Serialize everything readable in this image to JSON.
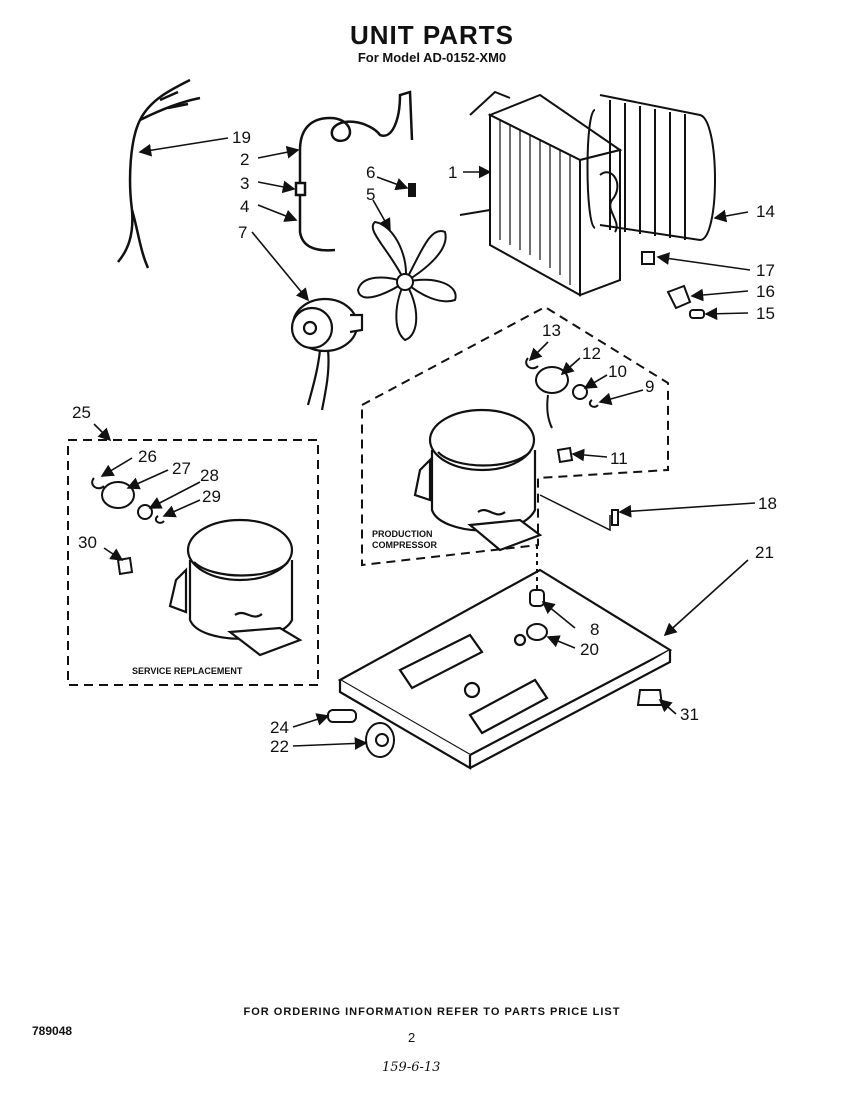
{
  "title": "UNIT PARTS",
  "subtitle": "For Model AD-0152-XM0",
  "footer": "FOR ORDERING INFORMATION REFER TO PARTS PRICE LIST",
  "doc_number": "789048",
  "page_number": "2",
  "handwritten_note": "159-6-13",
  "group_labels": {
    "production_compressor_line1": "PRODUCTION",
    "production_compressor_line2": "COMPRESSOR",
    "service_replacement": "SERVICE REPLACEMENT"
  },
  "callouts": {
    "c1": "1",
    "c2": "2",
    "c3": "3",
    "c4": "4",
    "c5": "5",
    "c6": "6",
    "c7": "7",
    "c8": "8",
    "c9": "9",
    "c10": "10",
    "c11": "11",
    "c12": "12",
    "c13": "13",
    "c14": "14",
    "c15": "15",
    "c16": "16",
    "c17": "17",
    "c18": "18",
    "c19": "19",
    "c20": "20",
    "c21": "21",
    "c22": "22",
    "c24": "24",
    "c25": "25",
    "c26": "26",
    "c27": "27",
    "c28": "28",
    "c29": "29",
    "c30": "30",
    "c31": "31"
  }
}
